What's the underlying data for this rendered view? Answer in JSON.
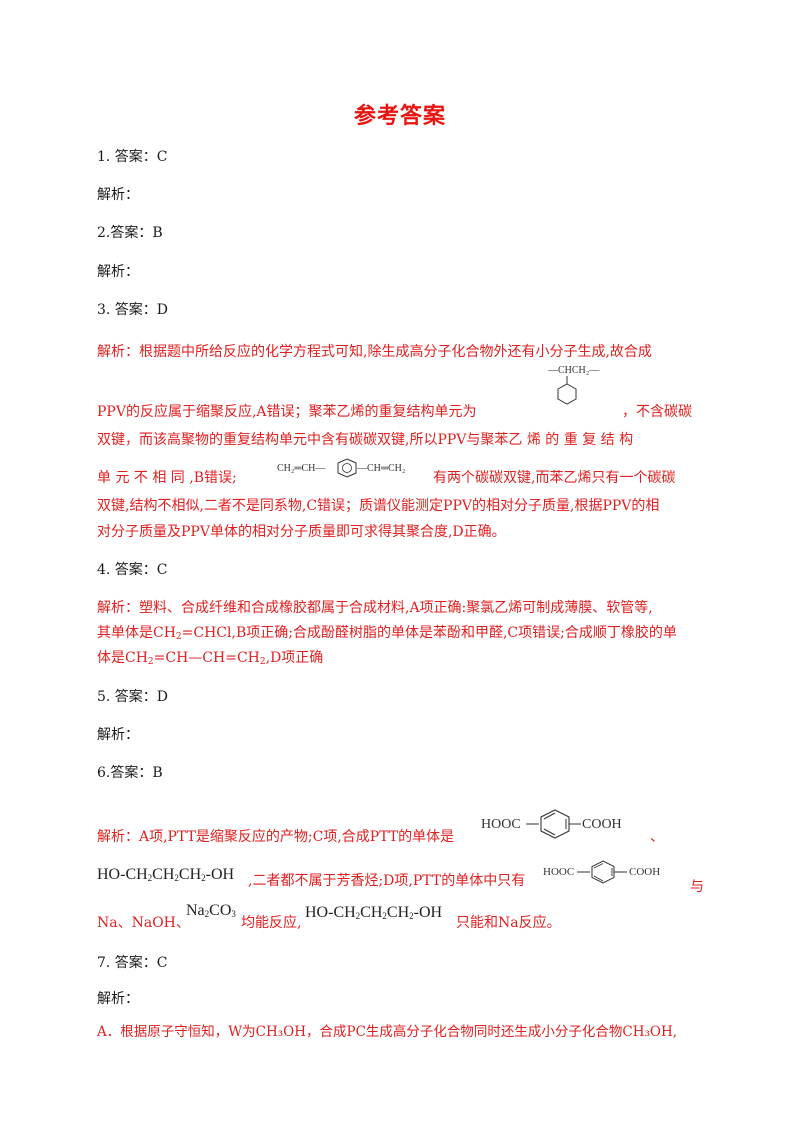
{
  "title": "参考答案",
  "q1": {
    "answer": "1. 答案：C",
    "analysis": "解析："
  },
  "q2": {
    "answer": "2.答案：B",
    "analysis": "解析："
  },
  "q3": {
    "answer": "3. 答案：D",
    "l1": "解析：根据题中所给反应的化学方程式可知,除生成高分子化合物外还有小分子生成,故合成",
    "l2a": "PPV的反应属于缩聚反应,A错误；聚苯乙烯的重复结构单元为",
    "l2b": "，不含碳碳",
    "l3": "双键，而该高聚物的重复结构单元中含有碳碳双键,所以PPV与聚苯乙 烯 的 重 复 结 构",
    "l4a": "单 元 不 相 同 ,B错误;",
    "l4b": "有两个碳碳双键,而苯乙烯只有一个碳碳",
    "l5": "双键,结构不相似,二者不是同系物,C错误；质谱仪能测定PPV的相对分子质量,根据PPV的相",
    "l6": "对分子质量及PPV单体的相对分子质量即可求得其聚合度,D正确。",
    "f_repeat": "—CHCH₂—",
    "f_left": "CH₂═CH—",
    "f_right": "—CH═CH₂"
  },
  "q4": {
    "answer": "4. 答案：C",
    "l1": "解析：塑料、合成纤维和合成橡胶都属于合成材料,A项正确:聚氯乙烯可制成薄膜、软管等,",
    "l2a": "其单体是CH",
    "l2s": "2",
    "l2b": "=CHCl,B项正确;合成酚醛树脂的单体是苯酚和甲醛,C项错误;合成顺丁橡胶的单",
    "l3a": "体是CH",
    "l3s1": "2",
    "l3b": "=CH—CH=CH",
    "l3s2": "2",
    "l3c": ",D项正确"
  },
  "q5": {
    "answer": "5. 答案：D",
    "analysis": "解析："
  },
  "q6": {
    "answer": "6.答案：B",
    "l1": "解析：A项,PTT是缩聚反应的产物;C项,合成PTT的单体是",
    "l1end": "、",
    "f_hooc": "HOOC",
    "f_cooh": "COOH",
    "l2": ",二者都不属于芳香烃;D项,PTT的单体中只有",
    "l2end": "与",
    "l3a": "Na、NaOH、",
    "l3b": "均能反应,",
    "l3c": "只能和Na反应。",
    "f_diol_a": "HO-CH",
    "f_diol_s": "2",
    "f_diol_b": "CH",
    "f_diol_c": "CH",
    "f_diol_d": "-OH",
    "f_na2co3_a": "Na",
    "f_na2co3_s": "2",
    "f_na2co3_b": "CO",
    "f_na2co3_s2": "3"
  },
  "q7": {
    "answer": "7. 答案：C",
    "analysis": "解析：",
    "l1": "A．根据原子守恒知，W为CH₃OH，合成PC生成高分子化合物同时还生成小分子化合物CH₃OH,"
  }
}
